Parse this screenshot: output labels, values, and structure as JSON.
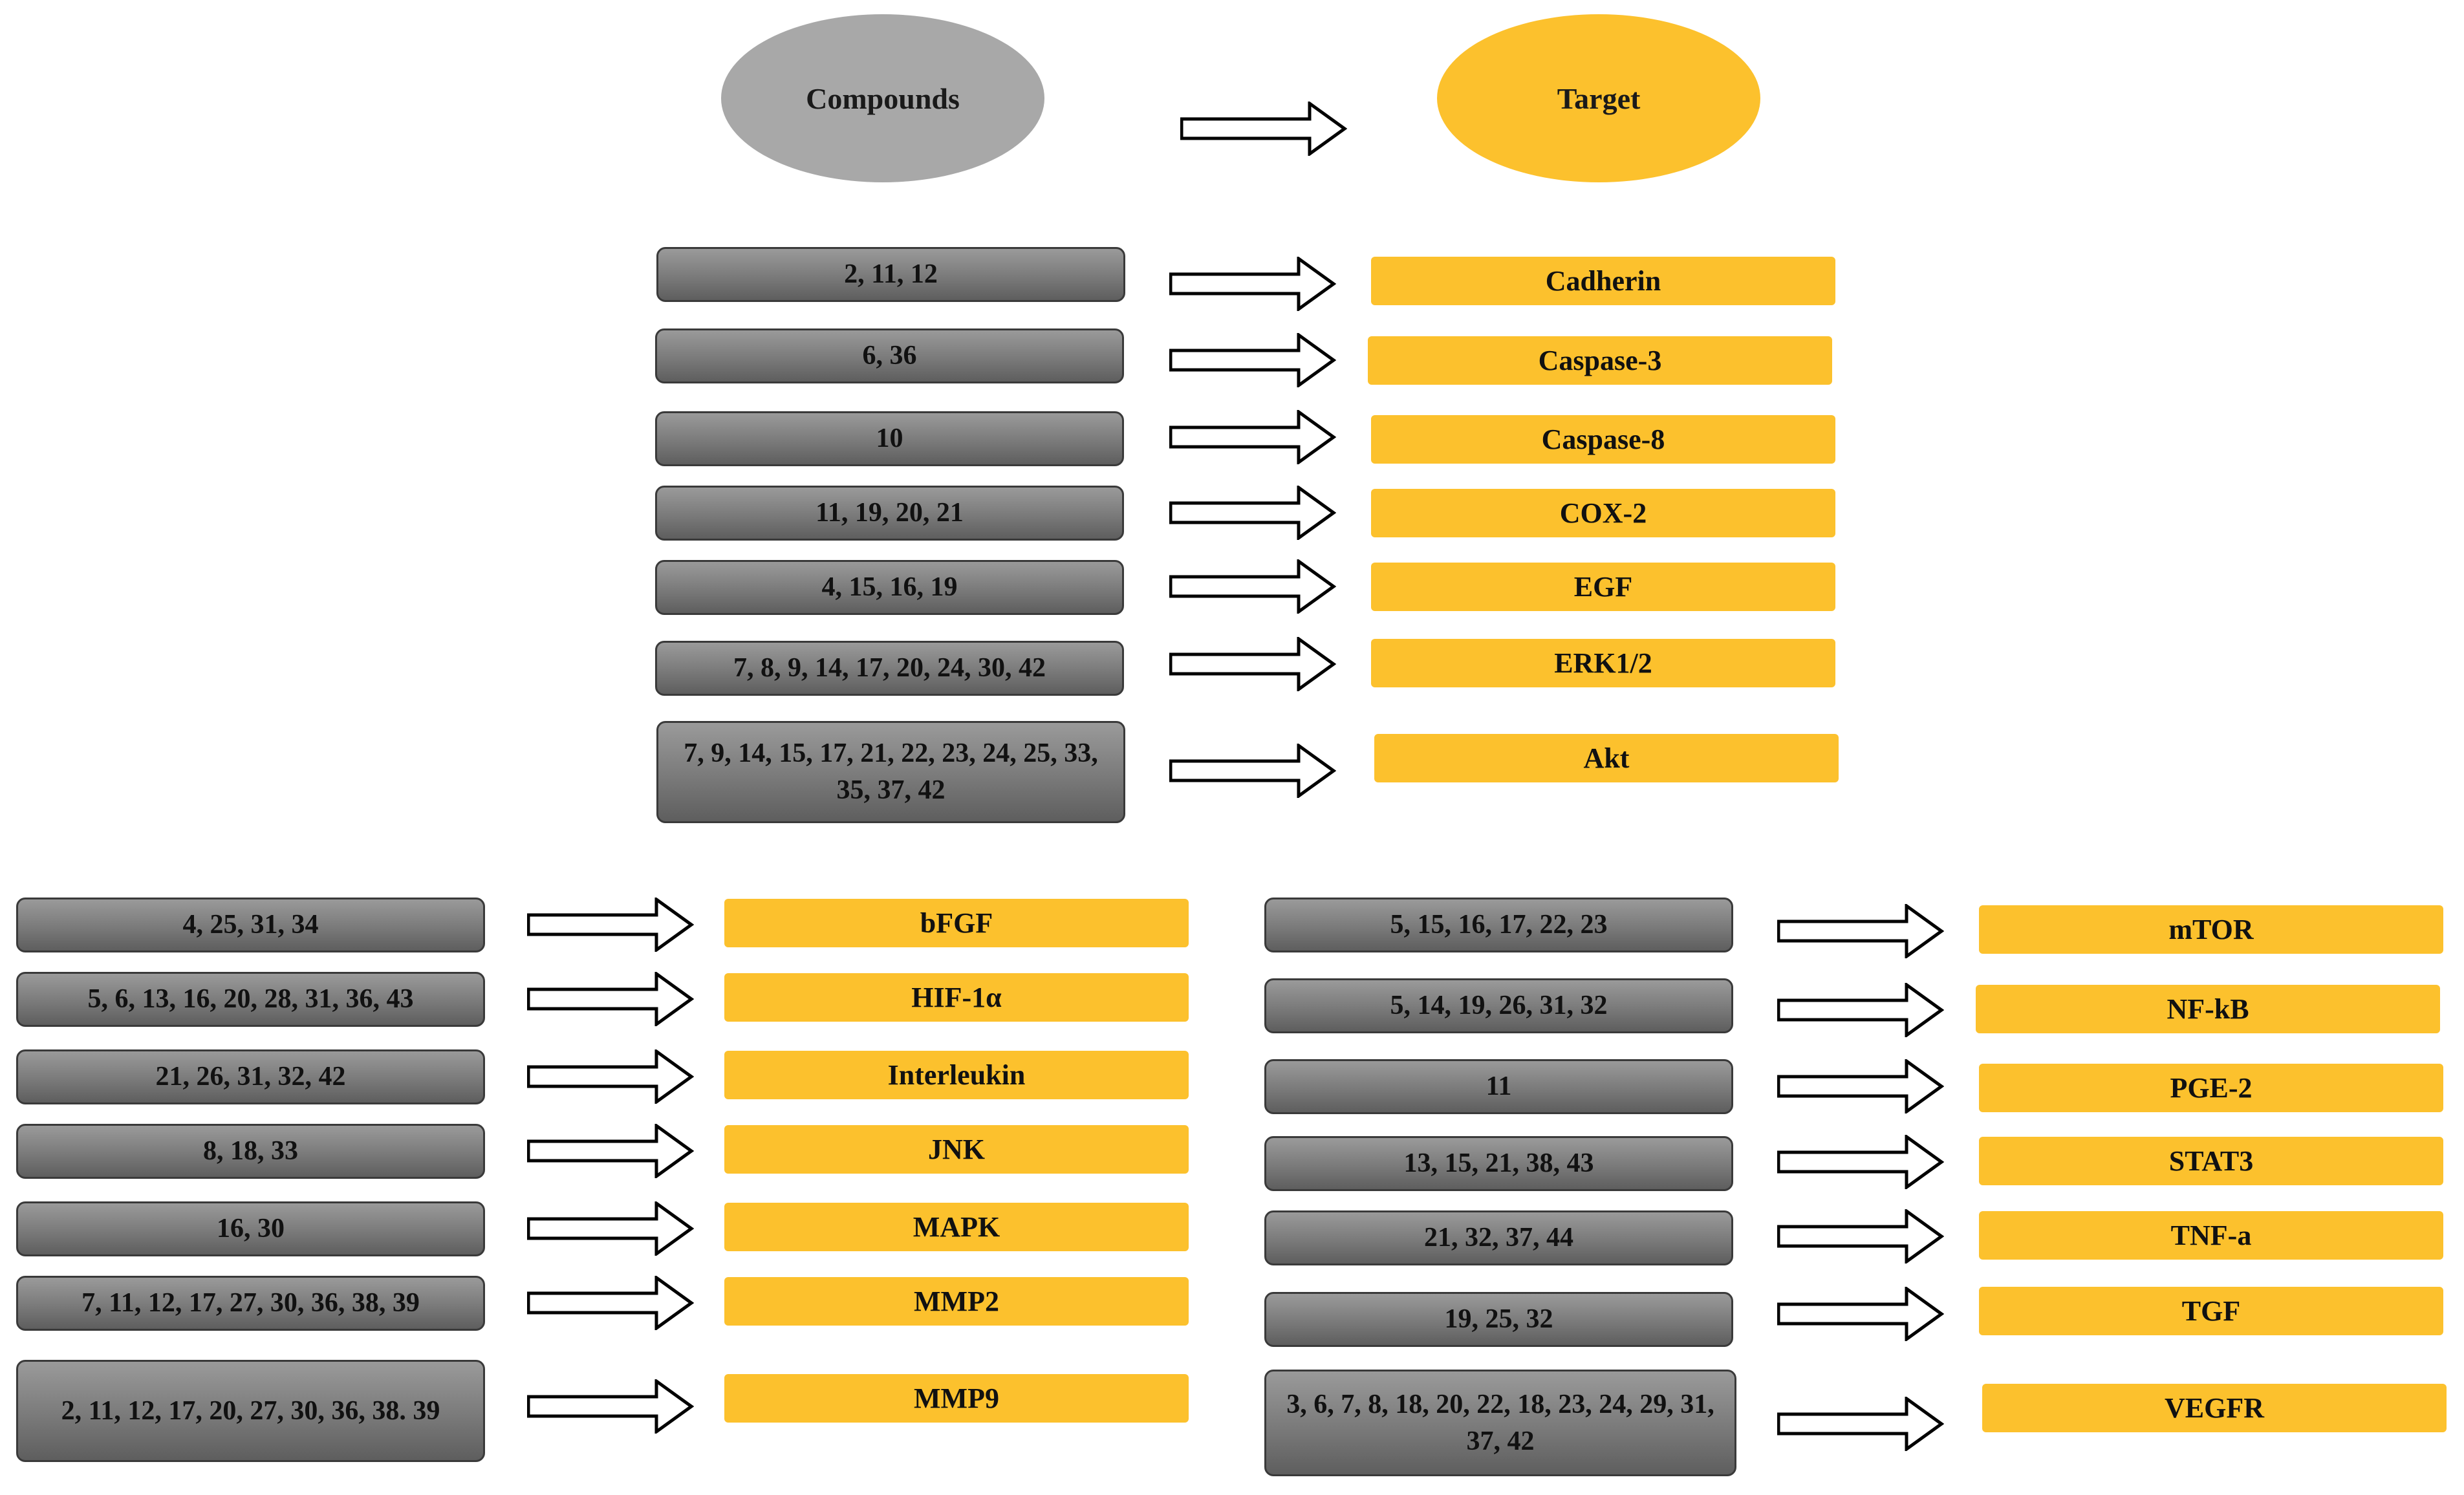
{
  "header": {
    "compounds_label": "Compounds",
    "target_label": "Target"
  },
  "mappings": [
    {
      "compounds": "2, 11, 12",
      "target": "Cadherin"
    },
    {
      "compounds": "6, 36",
      "target": "Caspase-3"
    },
    {
      "compounds": "10",
      "target": "Caspase-8"
    },
    {
      "compounds": "11, 19, 20, 21",
      "target": "COX-2"
    },
    {
      "compounds": "4, 15, 16, 19",
      "target": "EGF"
    },
    {
      "compounds": "7, 8, 9, 14, 17, 20, 24, 30, 42",
      "target": "ERK1/2"
    },
    {
      "compounds": "7, 9, 14, 15, 17, 21, 22, 23, 24, 25, 33, 35, 37, 42",
      "target": "Akt"
    },
    {
      "compounds": "4, 25, 31, 34",
      "target": "bFGF"
    },
    {
      "compounds": "5, 6, 13, 16, 20, 28, 31, 36, 43",
      "target": "HIF-1α"
    },
    {
      "compounds": "21, 26, 31, 32, 42",
      "target": "Interleukin"
    },
    {
      "compounds": "8, 18, 33",
      "target": "JNK"
    },
    {
      "compounds": "16, 30",
      "target": "MAPK"
    },
    {
      "compounds": "7, 11, 12, 17, 27, 30, 36, 38, 39",
      "target": "MMP2"
    },
    {
      "compounds": "2, 11, 12, 17, 20, 27, 30, 36, 38. 39",
      "target": "MMP9"
    },
    {
      "compounds": "5, 15, 16, 17, 22, 23",
      "target": "mTOR"
    },
    {
      "compounds": "5, 14, 19, 26, 31, 32",
      "target": "NF-kB"
    },
    {
      "compounds": "11",
      "target": "PGE-2"
    },
    {
      "compounds": "13, 15, 21, 38, 43",
      "target": "STAT3"
    },
    {
      "compounds": "21, 32, 37, 44",
      "target": "TNF-a"
    },
    {
      "compounds": "19, 25, 32",
      "target": "TGF"
    },
    {
      "compounds": "3, 6, 7, 8, 18, 20, 22, 18, 23, 24, 29, 31, 37, 42",
      "target": "VEGFR"
    }
  ]
}
